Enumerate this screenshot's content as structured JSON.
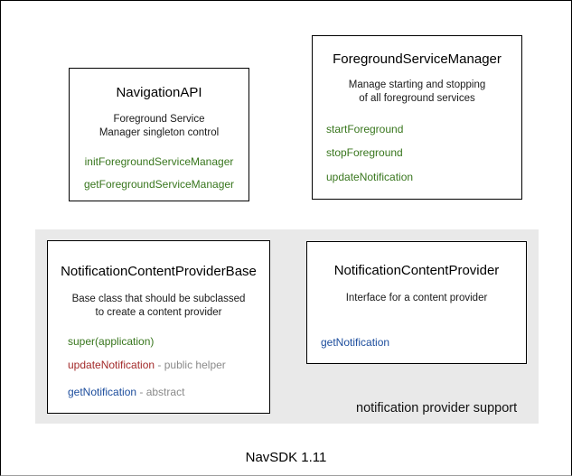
{
  "colors": {
    "method_green": "#38761d",
    "method_red": "#a32b2b",
    "method_blue": "#1b4c9c",
    "annotation_gray": "#8a8a8a",
    "panel_gray": "#e9e9e9"
  },
  "boxes": {
    "navigation_api": {
      "title": "NavigationAPI",
      "description_line1": "Foreground Service",
      "description_line2": "Manager singleton control",
      "methods": [
        "initForegroundServiceManager",
        "getForegroundServiceManager"
      ]
    },
    "foreground_service_manager": {
      "title": "ForegroundServiceManager",
      "description_line1": "Manage starting and stopping",
      "description_line2": "of all foreground services",
      "methods": [
        "startForeground",
        "stopForeground",
        "updateNotification"
      ]
    },
    "notification_content_provider_base": {
      "title": "NotificationContentProviderBase",
      "description_line1": "Base class that should be subclassed",
      "description_line2": "to create a content provider",
      "methods": [
        {
          "text": "super(application)",
          "annotation": ""
        },
        {
          "text": "updateNotification",
          "annotation": " - public helper"
        },
        {
          "text": "getNotification",
          "annotation": " - abstract"
        }
      ]
    },
    "notification_content_provider": {
      "title": "NotificationContentProvider",
      "description_line1": "Interface for a content provider",
      "methods": [
        "getNotification"
      ]
    }
  },
  "panel_label": "notification provider support",
  "footer": "NavSDK 1.11"
}
